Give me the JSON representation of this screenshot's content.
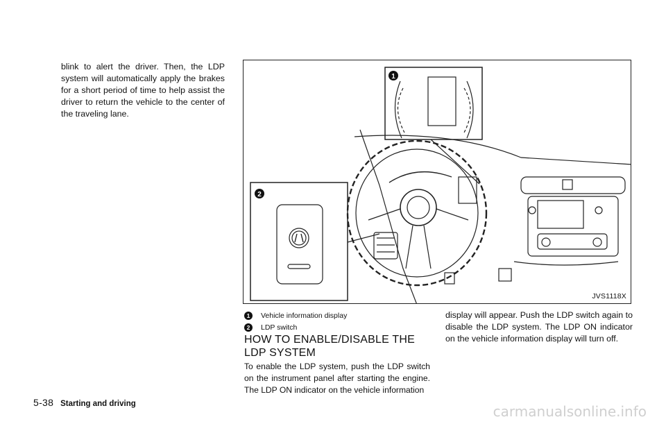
{
  "body_left": "blink to alert the driver. Then, the LDP system will automatically apply the brakes for a short period of time to help assist the driver to return the vehicle to the center of the traveling lane.",
  "figure": {
    "code": "JVS1118X",
    "callout_1": "1",
    "callout_2": "2"
  },
  "legend": [
    {
      "num": "1",
      "text": "Vehicle information display"
    },
    {
      "num": "2",
      "text": "LDP switch"
    }
  ],
  "heading": "HOW TO ENABLE/DISABLE THE LDP SYSTEM",
  "body_mid": "To enable the LDP system, push the LDP switch on the instrument panel after starting the engine. The LDP ON indicator on the vehicle information",
  "body_right": "display will appear. Push the LDP switch again to disable the LDP system. The LDP ON indicator on the vehicle information display will turn off.",
  "footer": {
    "page": "5-38",
    "section": "Starting and driving"
  },
  "watermark": "carmanualsonline.info"
}
